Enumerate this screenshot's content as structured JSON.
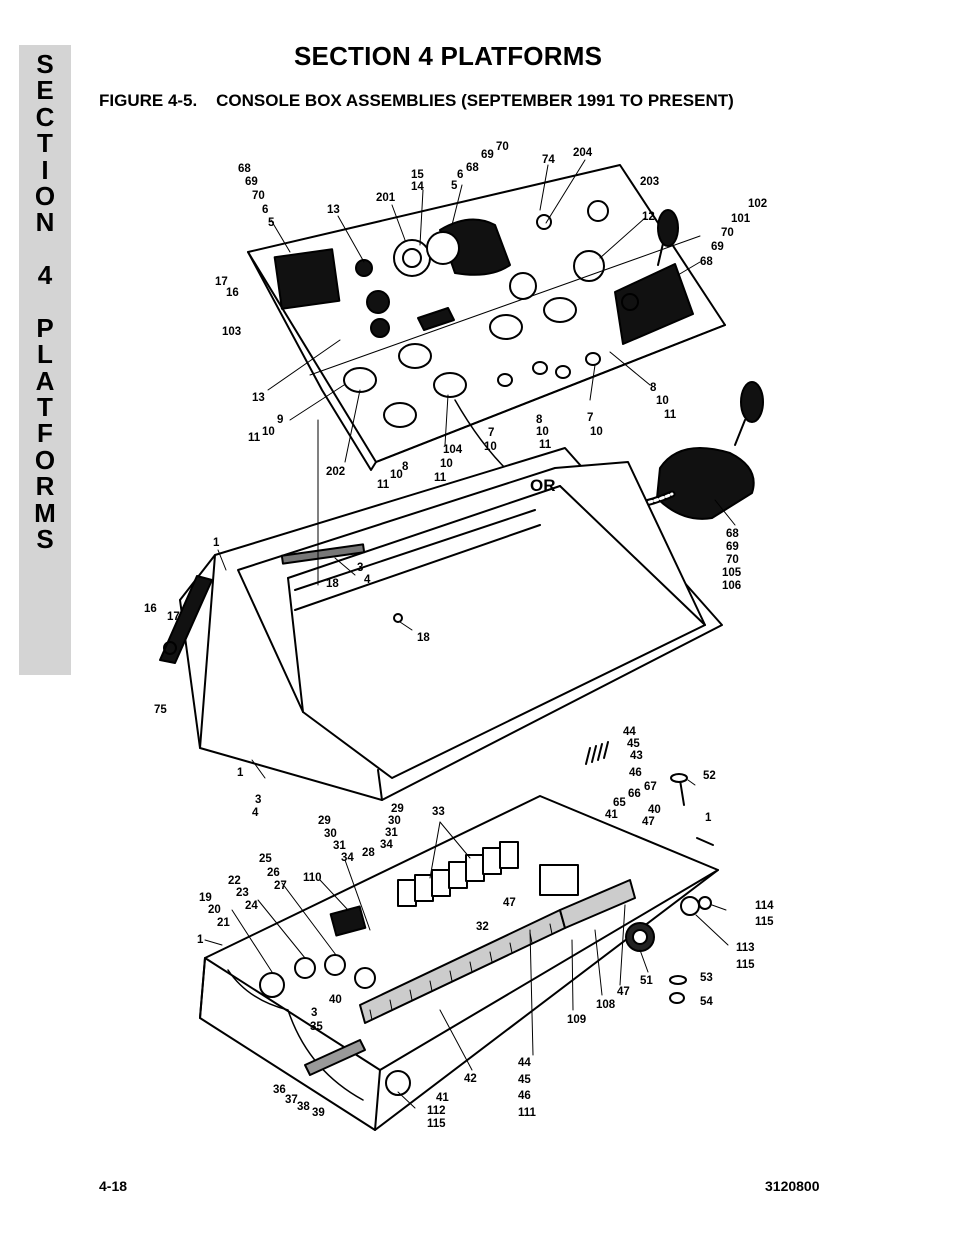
{
  "side_tab": {
    "letters": [
      "S",
      "E",
      "C",
      "T",
      "I",
      "O",
      "N",
      " ",
      "4",
      " ",
      "P",
      "L",
      "A",
      "T",
      "F",
      "O",
      "R",
      "M",
      "S"
    ]
  },
  "header": {
    "title": "SECTION 4  PLATFORMS",
    "figure_caption": "FIGURE 4-5.    CONSOLE BOX ASSEMBLIES (SEPTEMBER 1991 TO PRESENT)"
  },
  "diagram": {
    "or_label": "OR",
    "callouts": [
      "68",
      "69",
      "70",
      "6",
      "5",
      "13",
      "201",
      "15",
      "14",
      "5",
      "6",
      "68",
      "69",
      "70",
      "74",
      "204",
      "203",
      "12",
      "102",
      "101",
      "70",
      "69",
      "68",
      "17",
      "16",
      "103",
      "13",
      "9",
      "11",
      "10",
      "202",
      "11",
      "10",
      "8",
      "104",
      "10",
      "11",
      "7",
      "10",
      "8",
      "10",
      "11",
      "7",
      "10",
      "8",
      "10",
      "11",
      "1",
      "18",
      "3",
      "4",
      "18",
      "68",
      "69",
      "70",
      "105",
      "106",
      "16",
      "17",
      "75",
      "1",
      "3",
      "4",
      "44",
      "45",
      "43",
      "46",
      "67",
      "66",
      "65",
      "41",
      "40",
      "47",
      "52",
      "1",
      "29",
      "30",
      "31",
      "34",
      "33",
      "28",
      "29",
      "30",
      "31",
      "34",
      "25",
      "26",
      "27",
      "110",
      "22",
      "23",
      "24",
      "19",
      "20",
      "21",
      "1",
      "32",
      "47",
      "3",
      "35",
      "40",
      "36",
      "37",
      "38",
      "39",
      "41",
      "42",
      "44",
      "45",
      "46",
      "111",
      "112",
      "115",
      "109",
      "108",
      "47",
      "51",
      "53",
      "54",
      "114",
      "115",
      "113",
      "115"
    ]
  },
  "footer": {
    "page_number": "4-18",
    "doc_number": "3120800"
  }
}
